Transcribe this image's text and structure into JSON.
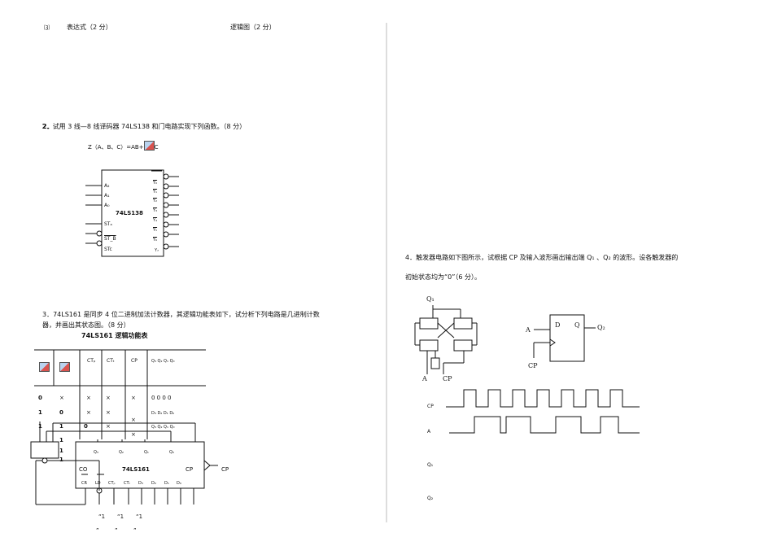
{
  "q1_part3": {
    "label": "⑶",
    "expr_label": "表达式（2 分）",
    "logic_label": "逻辑图（2 分）"
  },
  "q2": {
    "title": "2．试用 3 线—8 线译码器 74LS138 和门电路实现下列函数。（8 分）",
    "func_left": "Z（A、B、C）=AB+",
    "func_right": "C",
    "chip": {
      "name": "74LS138",
      "inputs": [
        "A₂",
        "A₁",
        "A₀"
      ],
      "enables": [
        "STₐ",
        "ST_B",
        "STc"
      ],
      "outputs": [
        "Y₀",
        "Y₁",
        "Y₂",
        "Y₃",
        "Y₄",
        "Y₅",
        "Y₆",
        "Y₇"
      ]
    }
  },
  "q3": {
    "line1": "3．74LS161 是同步 4 位二进制加法计数器，其逻辑功能表如下，试分析下列电路是几进制计数",
    "line2": "器，并画出其状态图。（8 分）",
    "table_title": "74LS161 逻辑功能表",
    "table_headers": [
      "",
      "",
      "CTₚ",
      "CTₜ",
      "CP",
      "Q₃ Q₂ Q₁ Q₀"
    ],
    "table_rows": [
      [
        "0",
        "×",
        "×",
        "×",
        "×",
        "0  0  0  0"
      ],
      [
        "1",
        "0",
        "×",
        "×",
        "",
        "D₃ D₂ D₁ D₀"
      ],
      [
        "1",
        "1",
        "0",
        "×",
        "×",
        "Q₃ Q₂ Q₁ Q₀"
      ],
      [
        "1",
        "1",
        "",
        "",
        "",
        ""
      ],
      [
        "1",
        "",
        "",
        "",
        "",
        ""
      ]
    ],
    "chip": {
      "name": "74LS161",
      "q_labels": [
        "Q₃",
        "Q₂",
        "Q₁",
        "Q₀"
      ],
      "co": "CO",
      "cp": "CP",
      "bottom": [
        "CR",
        "LD",
        "CTₚ",
        "CTₜ",
        "D₃",
        "D₂",
        "D₁",
        "D₀"
      ],
      "ext_cp": "CP"
    },
    "ones": [
      "“1",
      "“1",
      "“1"
    ],
    "quotes": [
      "”",
      "”",
      "”"
    ]
  },
  "q4": {
    "line1": "4．触发器电路如下图所示，试根据 CP 及输入波形画出输出端 Q₁ 、Q₂ 的波形。设各触发器的",
    "line2": "初始状态均为“0”（6 分）。",
    "latch": {
      "q": "Q₁",
      "a": "A",
      "cp": "CP"
    },
    "dff": {
      "a": "A",
      "d": "D",
      "q": "Q",
      "q2": "Q₂",
      "cp": "CP"
    },
    "wave_labels": [
      "CP",
      "A",
      "Q₁",
      "Q₂"
    ]
  }
}
